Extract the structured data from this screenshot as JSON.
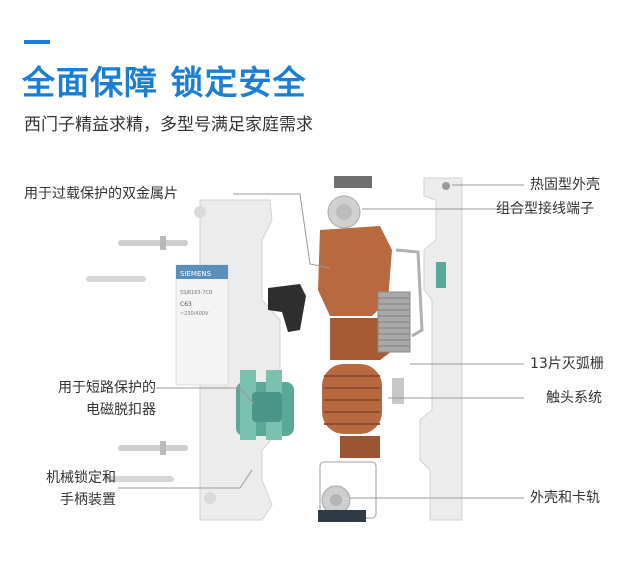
{
  "header": {
    "title": "全面保障 锁定安全",
    "subtitle": "西门子精益求精，多型号满足家庭需求"
  },
  "labels": {
    "left": {
      "bimetal": "用于过载保护的双金属片",
      "magnetic_line1": "用于短路保护的",
      "magnetic_line2": "电磁脱扣器",
      "lock_line1": "机械锁定和",
      "lock_line2": "手柄装置"
    },
    "right": {
      "shell": "热固型外壳",
      "terminal": "组合型接线端子",
      "arc": "13片灭弧栅",
      "contact": "触头系统",
      "rail": "外壳和卡轨"
    }
  },
  "product": {
    "brand": "SIEMENS",
    "model": "5SJ6163-7CR",
    "rating": "C63",
    "voltage": "~230/400V"
  },
  "colors": {
    "accent": "#1a7fd4",
    "copper": "#b8693f",
    "teal": "#5aa897",
    "shell": "#e9e9e9"
  }
}
